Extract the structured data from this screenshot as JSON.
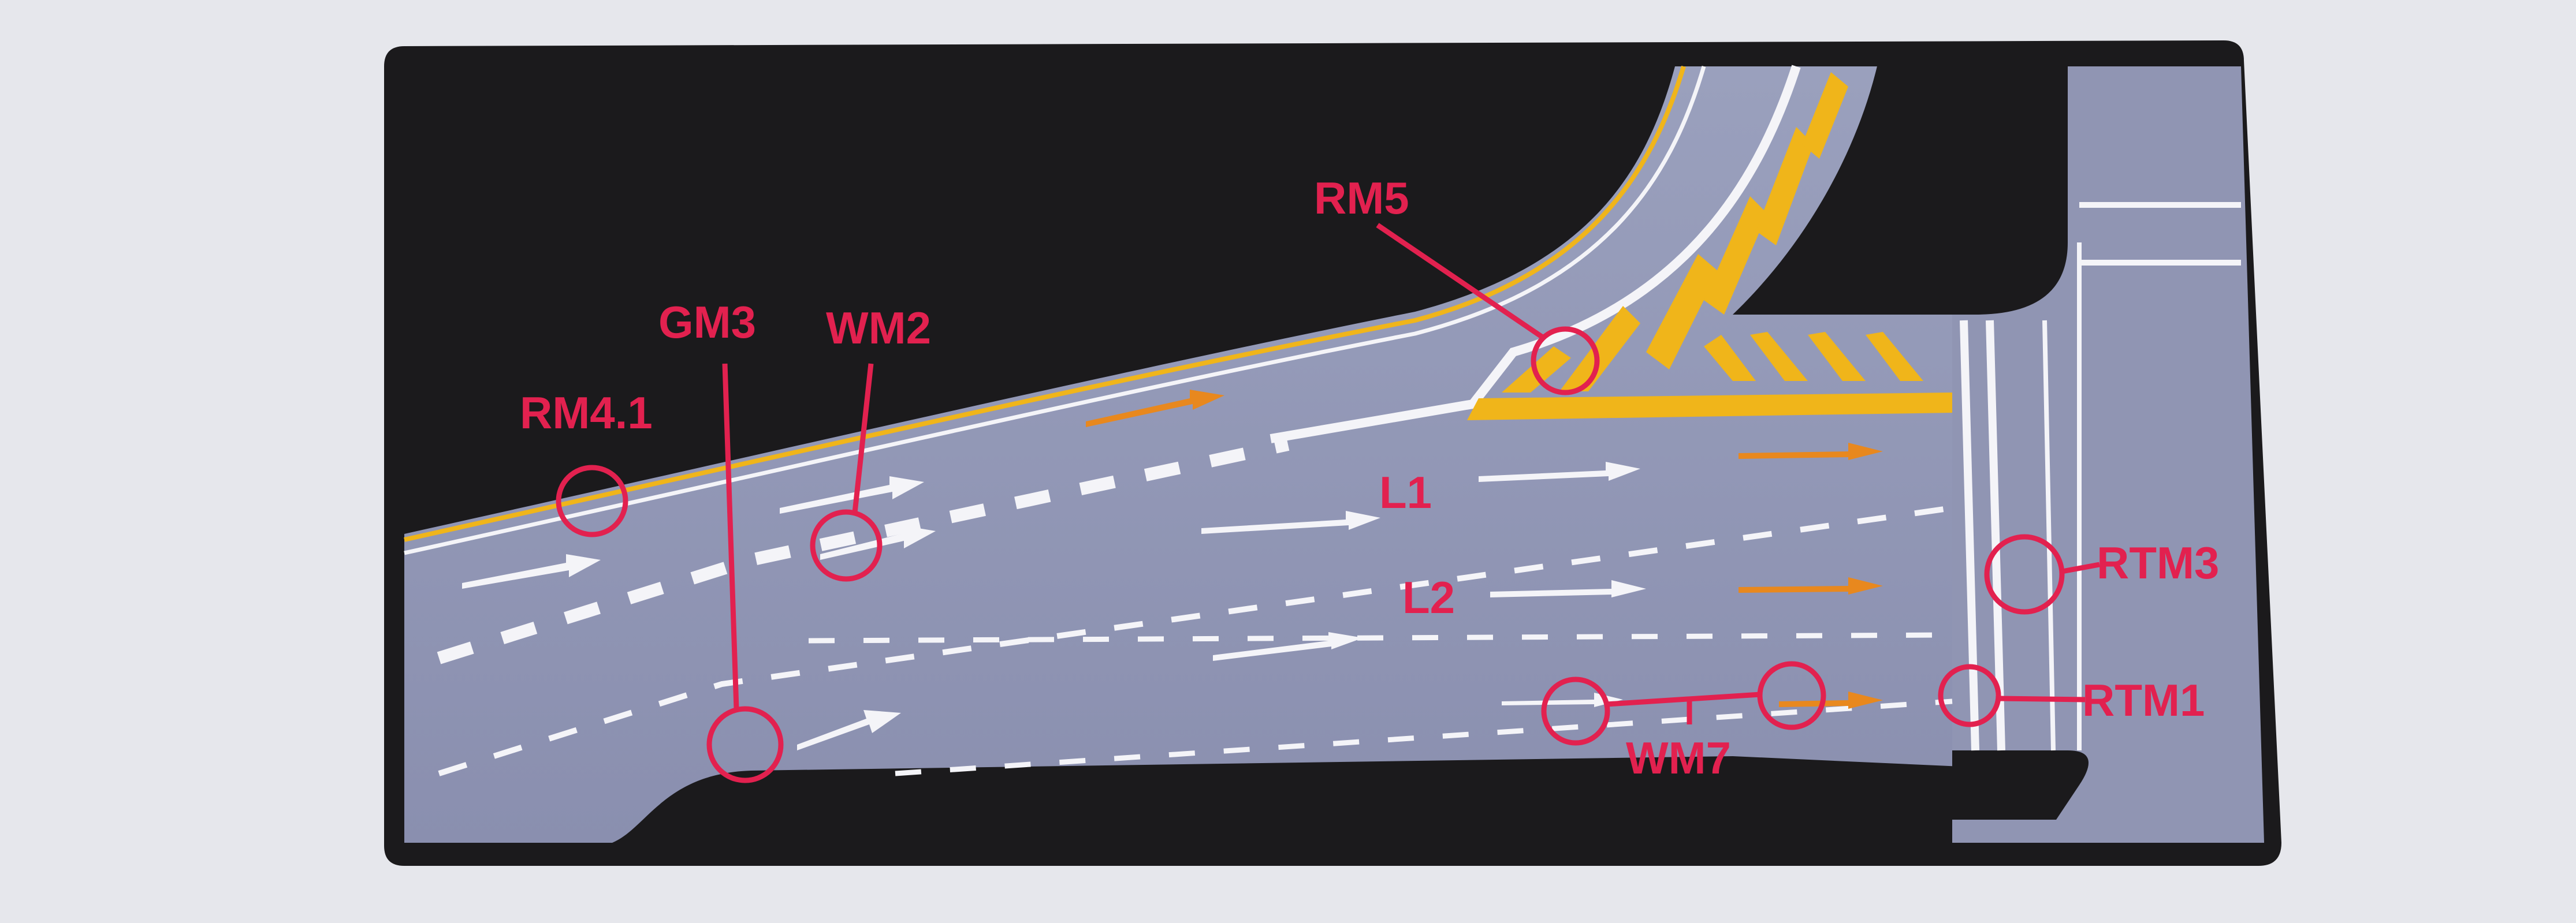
{
  "colors": {
    "page_background": "#e6e7ec",
    "frame": "#1b1a1c",
    "roadway": "#8f94b2",
    "marking_white": "#f4f4f8",
    "marking_yellow": "#f0b51a",
    "arrow_orange": "#e8881e",
    "callout": "#e2214f"
  },
  "lane_labels": {
    "l1": "L1",
    "l2": "L2"
  },
  "callouts": {
    "rm4_1": "RM4.1",
    "gm3": "GM3",
    "wm2": "WM2",
    "rm5": "RM5",
    "rtm3": "RTM3",
    "rtm1": "RTM1",
    "wm7": "WM7"
  }
}
